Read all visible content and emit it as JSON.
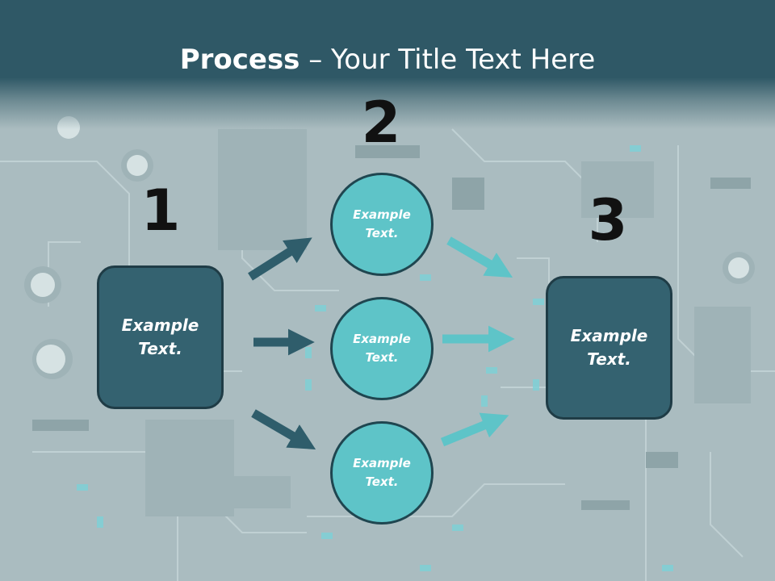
{
  "title": {
    "bold": "Process",
    "rest": " – Your Title Text Here"
  },
  "steps": {
    "one": "1",
    "two": "2",
    "three": "3"
  },
  "left_box": {
    "text": "Example\nText."
  },
  "right_box": {
    "text": "Example\nText."
  },
  "circles": [
    {
      "text": "Example\nText."
    },
    {
      "text": "Example\nText."
    },
    {
      "text": "Example\nText."
    }
  ],
  "colors": {
    "header": "#2f5866",
    "box_fill": "#346270",
    "circle_fill": "#5ec4c8",
    "arrow_dark": "#2f5d6b",
    "arrow_light": "#5ec4c8"
  }
}
